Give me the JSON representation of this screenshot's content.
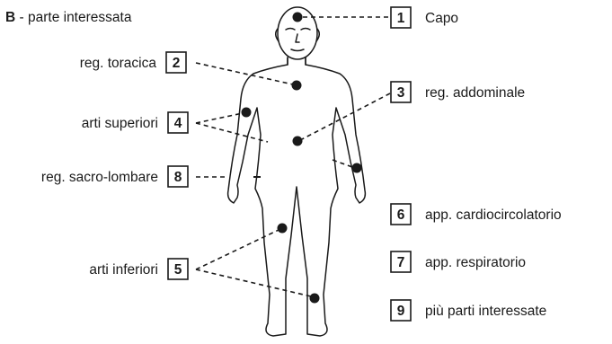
{
  "header": {
    "letter": "B",
    "separator": " - ",
    "text": "parte interessata"
  },
  "markers": [
    {
      "number": "1",
      "label": "Capo"
    },
    {
      "number": "2",
      "label": "reg. toracica"
    },
    {
      "number": "3",
      "label": "reg. addominale"
    },
    {
      "number": "4",
      "label": "arti superiori"
    },
    {
      "number": "5",
      "label": "arti inferiori"
    },
    {
      "number": "6",
      "label": "app. cardiocircolatorio"
    },
    {
      "number": "7",
      "label": "app. respiratorio"
    },
    {
      "number": "8",
      "label": "reg. sacro-lombare"
    },
    {
      "number": "9",
      "label": "più parti interessate"
    }
  ]
}
